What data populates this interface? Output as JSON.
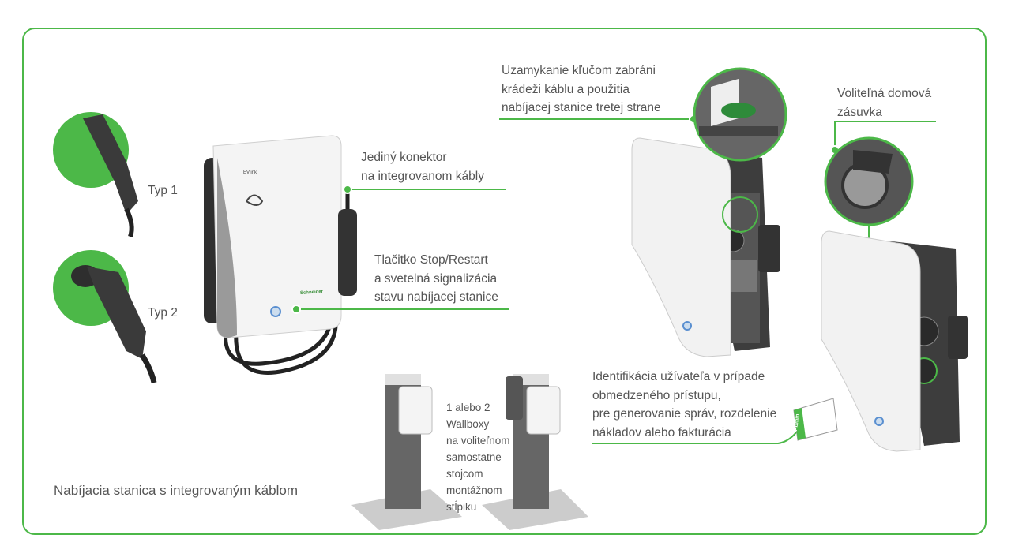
{
  "labels": {
    "type1": "Typ 1",
    "type2": "Typ 2",
    "single_connector": [
      "Jediný konektor",
      "na integrovanom kábly"
    ],
    "stop_restart": [
      "Tlačitko Stop/Restart",
      "a svetelná signalizácia",
      "stavu nabíjacej stanice"
    ],
    "key_lock": [
      "Uzamykanie kľučom zabráni",
      "krádeži káblu a použitia",
      "nabíjacej stanice tretej strane"
    ],
    "socket": [
      "Voliteľná domová",
      "zásuvka"
    ],
    "identification": [
      "Identifikácia užívateľa v prípade",
      "obmedzeného prístupu,",
      "pre generovanie správ, rozdelenie",
      "nákladov alebo fakturácia"
    ],
    "pedestal": [
      "1 alebo 2",
      "Wallboxy",
      "na voliteľnom",
      "samostatne",
      "stojcom",
      "montážnom",
      "stĺpiku"
    ],
    "caption": "Nabíjacia stanica s integrovaným káblom"
  },
  "product_marks": {
    "evlink": "EVlink",
    "brand": "Schneider",
    "badge_text": "Admin"
  },
  "colors": {
    "accent": "#4cb848",
    "text": "#555555",
    "device_body": "#3d3d3d",
    "device_face": "#f2f2f2"
  }
}
